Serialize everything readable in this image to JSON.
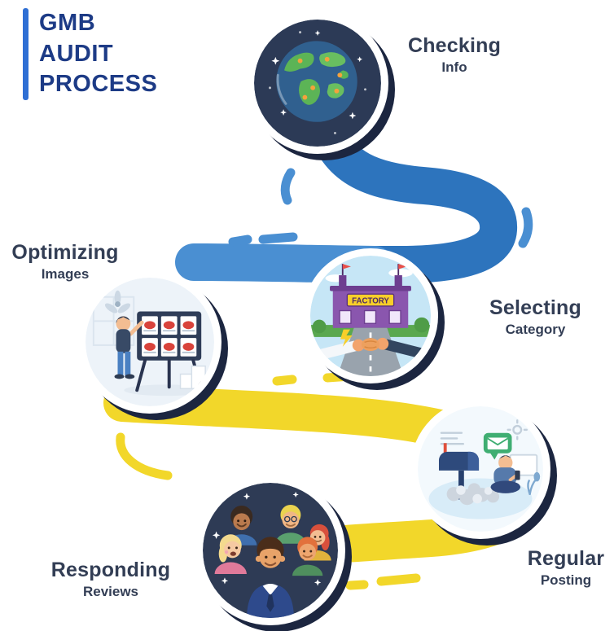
{
  "title": {
    "lines": [
      "GMB",
      "AUDIT",
      "PROCESS"
    ]
  },
  "steps": [
    {
      "id": "checking-info",
      "label": "Checking",
      "sublabel": "Info",
      "icon": "earth-globe-icon"
    },
    {
      "id": "selecting-category",
      "label": "Selecting",
      "sublabel": "Category",
      "icon": "factory-handshake-icon"
    },
    {
      "id": "optimizing-images",
      "label": "Optimizing",
      "sublabel": "Images",
      "icon": "presentation-board-icon"
    },
    {
      "id": "regular-posting",
      "label": "Regular",
      "sublabel": "Posting",
      "icon": "mailbox-posting-icon"
    },
    {
      "id": "responding-reviews",
      "label": "Responding",
      "sublabel": "Reviews",
      "icon": "crowd-reviews-icon"
    }
  ],
  "illustrations": {
    "factory_sign": "FACTORY"
  },
  "colors": {
    "path_blue": "#2d74bd",
    "path_blue_light": "#4a8fd2",
    "path_yellow": "#f2d72a",
    "title_navy": "#1d3b86",
    "label_navy": "#333e55",
    "accent_bar": "#2f6fd4",
    "shadow_navy": "#1c2640"
  }
}
